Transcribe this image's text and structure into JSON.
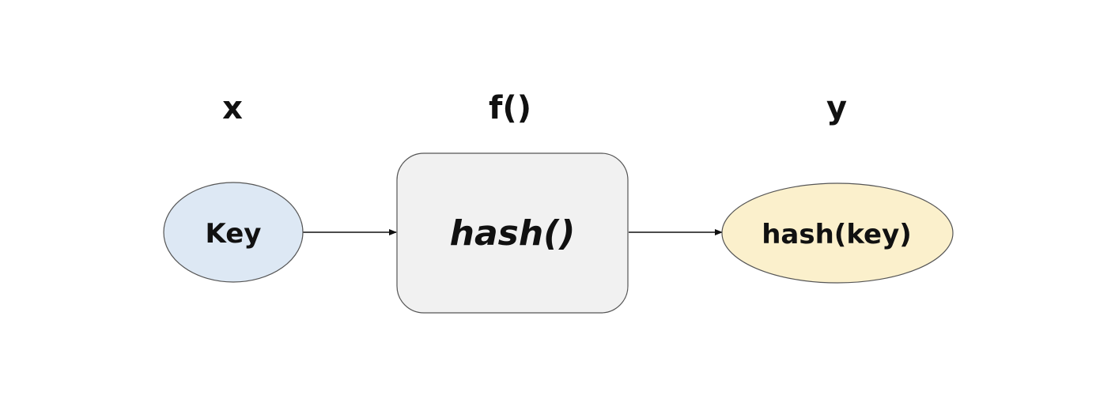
{
  "labels": {
    "input_var": "x",
    "function_var": "f()",
    "output_var": "y"
  },
  "nodes": {
    "input": {
      "label": "Key",
      "fill": "#dde8f4",
      "stroke": "#555555"
    },
    "function": {
      "label": "hash()",
      "fill": "#f1f1f1",
      "stroke": "#555555"
    },
    "output": {
      "label": "hash(key)",
      "fill": "#fbf0cc",
      "stroke": "#555555"
    }
  },
  "edges": [
    {
      "from": "input",
      "to": "function"
    },
    {
      "from": "function",
      "to": "output"
    }
  ]
}
